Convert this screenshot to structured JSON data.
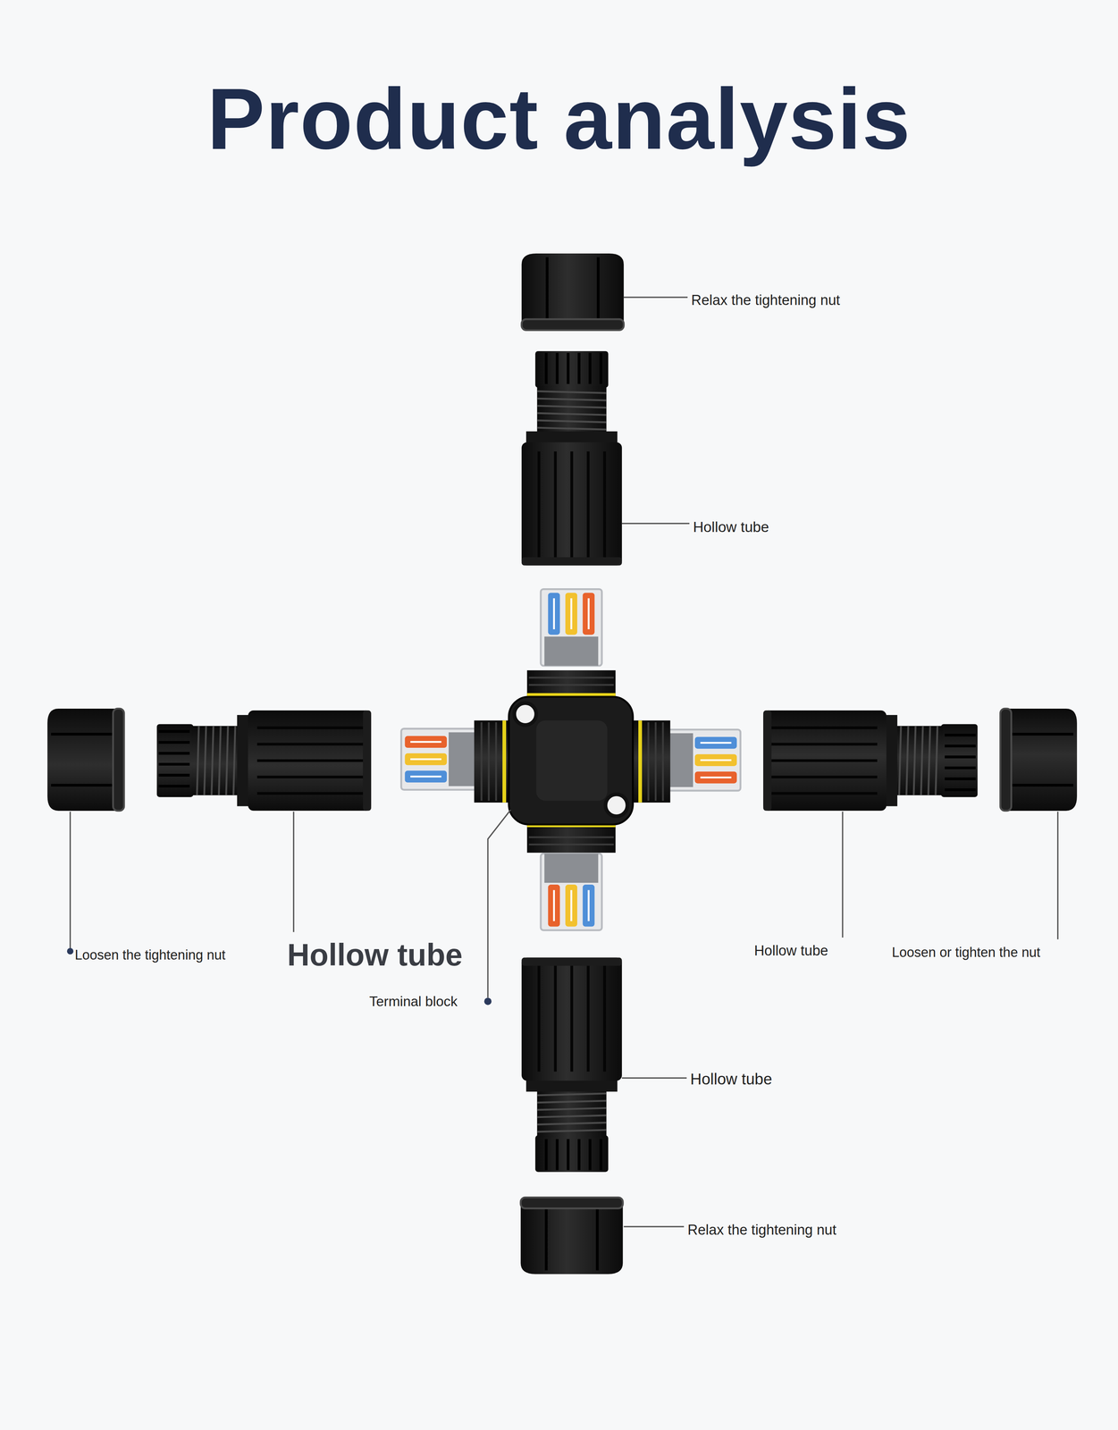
{
  "diagram": {
    "title": "Product analysis",
    "labels": [
      "Relax the tightening nut",
      "Hollow tube",
      "Loosen the tightening nut",
      "Hollow tube",
      "Hollow tube",
      "Loosen or tighten the nut",
      "Terminal block",
      "Hollow tube",
      "Relax the tightening nut"
    ]
  }
}
